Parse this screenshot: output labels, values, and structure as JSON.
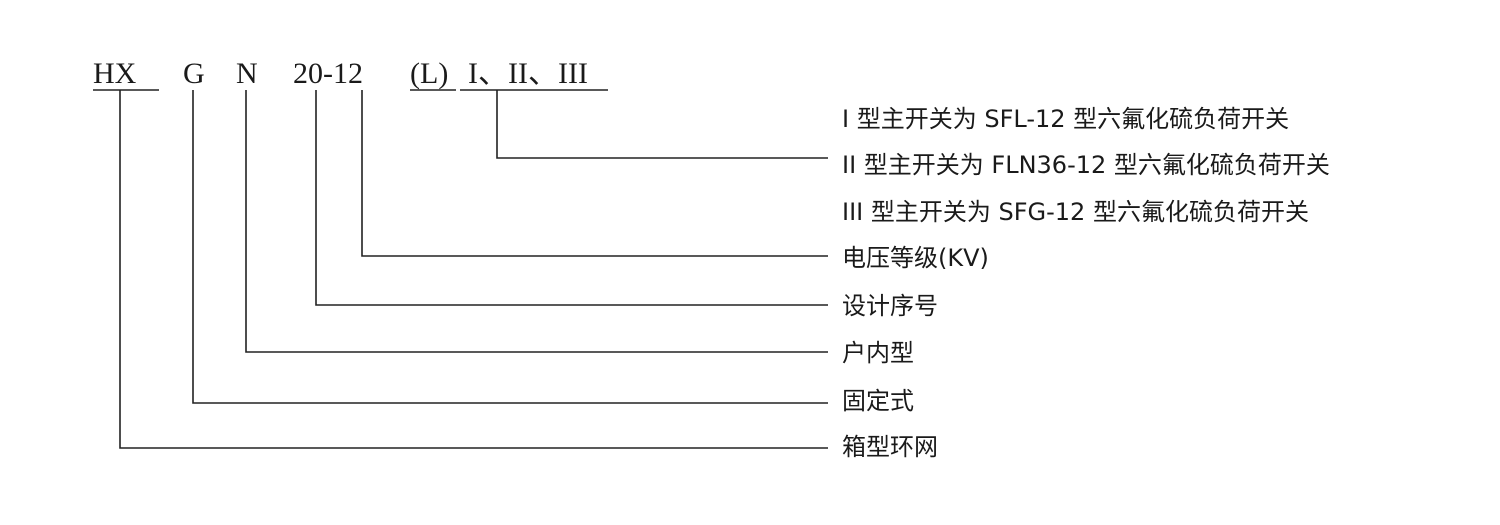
{
  "code": {
    "hx": "HX",
    "g": "G",
    "n": "N",
    "design": "20-12",
    "l": "(L)",
    "variants": "I、II、III"
  },
  "labels": {
    "type1": "I 型主开关为 SFL-12 型六氟化硫负荷开关",
    "type2": "II 型主开关为 FLN36-12 型六氟化硫负荷开关",
    "type3": "III 型主开关为 SFG-12 型六氟化硫负荷开关",
    "voltage": "电压等级(KV)",
    "design_no": "设计序号",
    "indoor": "户内型",
    "fixed": "固定式",
    "box_ring": "箱型环网"
  }
}
